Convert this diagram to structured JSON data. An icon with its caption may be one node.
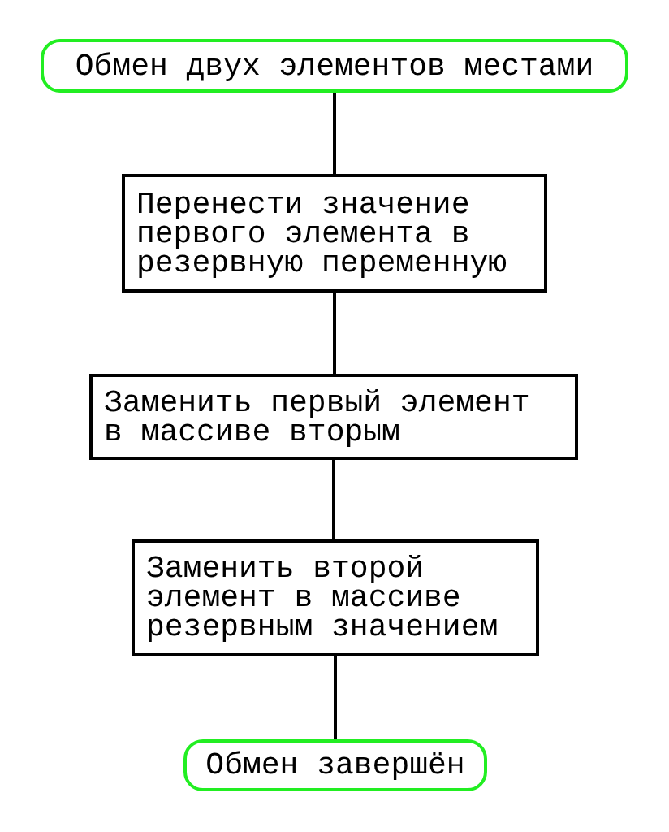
{
  "diagram": {
    "nodes": [
      {
        "text": [
          "Обмен двух элементов местами"
        ]
      },
      {
        "text": [
          "Перенести значение первого элемента в резервную переменную"
        ]
      },
      {
        "text": [
          "Заменить первый элемент в массиве вторым"
        ]
      },
      {
        "text": [
          "Заменить второй элемент в массиве резервным значением"
        ]
      },
      {
        "text": [
          "Обмен завершён"
        ]
      }
    ],
    "edges": [
      {
        "from": 0,
        "to": 1,
        "arrow": "none"
      },
      {
        "from": 1,
        "to": 2,
        "arrow": "none"
      },
      {
        "from": 2,
        "to": 3,
        "arrow": "none"
      },
      {
        "from": 3,
        "to": 4,
        "arrow": "none"
      }
    ]
  }
}
